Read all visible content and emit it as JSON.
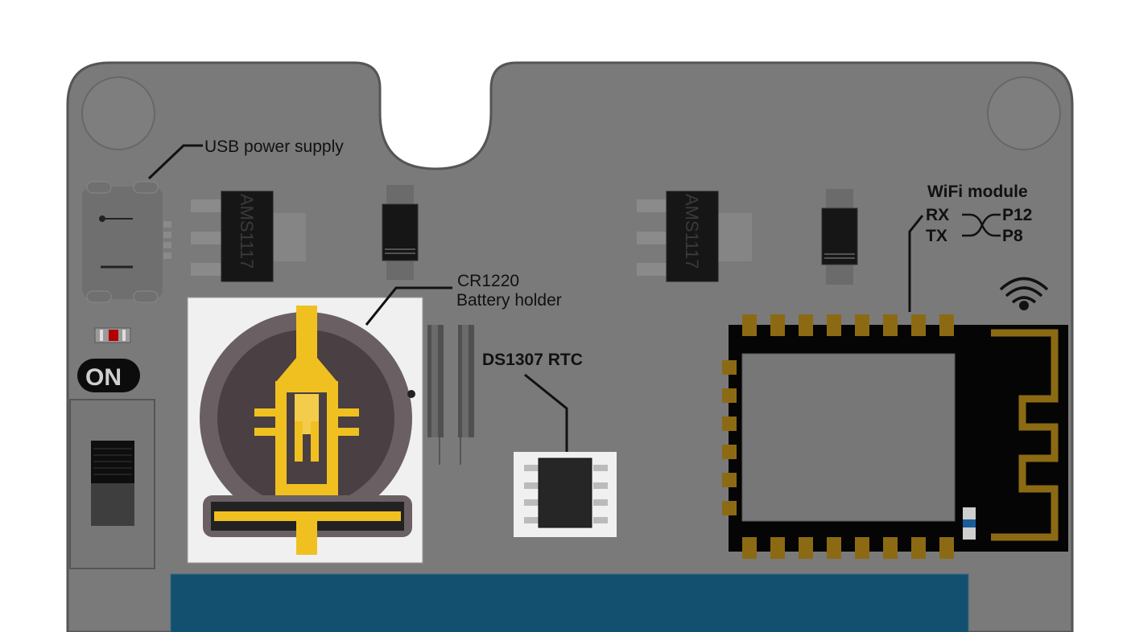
{
  "diagram": {
    "title": "Board top view",
    "colors": {
      "board": "#7a7a7a",
      "board_edge": "#555555",
      "gold": "#8c6a14",
      "battery_gold": "#f0c020",
      "battery_dark": "#4a3f42",
      "battery_ring": "#6a6064",
      "display": "#13506f",
      "led_red": "#b00000",
      "led_blue": "#1a5c9a"
    },
    "labels": {
      "usb": "USB power supply",
      "battery_line1": "CR1220",
      "battery_line2": "Battery holder",
      "rtc": "DS1307  RTC",
      "wifi": "WiFi module",
      "rx": "RX",
      "tx": "TX",
      "p12": "P12",
      "p8": "P8",
      "power_switch": "ON"
    },
    "components": {
      "regulator_1": "AMS1117",
      "regulator_2": "AMS1117"
    },
    "icons": {
      "wifi": "wifi-icon"
    }
  }
}
